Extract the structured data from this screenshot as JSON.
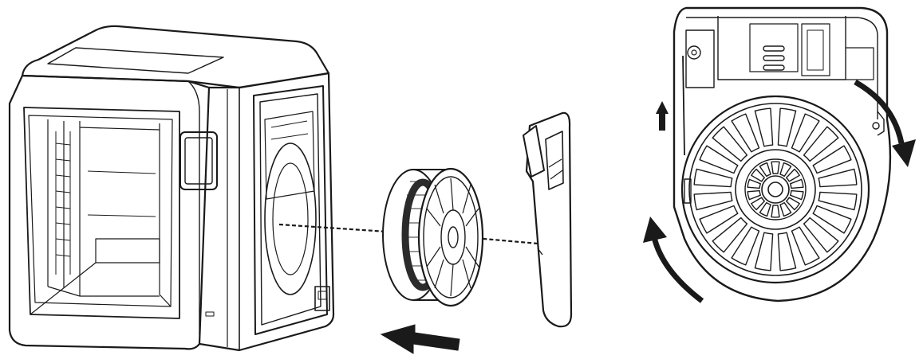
{
  "figure": {
    "kind": "line-art installation diagram",
    "colors": {
      "stroke": "#1a1a1a",
      "fill": "#ffffff",
      "arrow": "#1a1a1a"
    },
    "parts": [
      {
        "name": "printer-body",
        "icon": "printer-outline"
      },
      {
        "name": "filament-spool",
        "icon": "spool-outline"
      },
      {
        "name": "spool-cover-panel",
        "icon": "panel-outline"
      },
      {
        "name": "spool-compartment-detail",
        "icon": "spool-holder-detail"
      }
    ],
    "arrows": [
      {
        "name": "insert-direction-arrow",
        "direction": "left"
      },
      {
        "name": "filament-feed-up-arrow",
        "direction": "up"
      },
      {
        "name": "rotation-arrow-clockwise",
        "direction": "clockwise"
      },
      {
        "name": "rotation-arrow-counter",
        "direction": "counter-clockwise"
      }
    ]
  }
}
